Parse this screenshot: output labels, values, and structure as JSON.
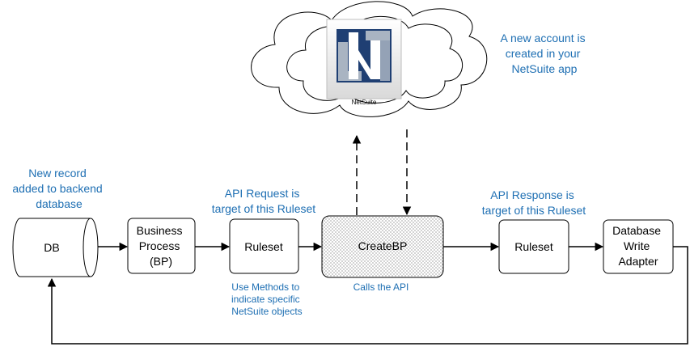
{
  "cloud": {
    "logo_caption": "NetSuite",
    "annotation": [
      "A new account is",
      "created in your",
      "NetSuite app"
    ]
  },
  "db": {
    "label": "DB",
    "annotation": [
      "New record",
      "added to backend",
      "database"
    ]
  },
  "business_process": {
    "label": [
      "Business",
      "Process",
      "(BP)"
    ]
  },
  "ruleset_request": {
    "label": "Ruleset",
    "annotation": [
      "API Request is",
      "target of this Ruleset"
    ],
    "note": [
      "Use Methods to",
      "indicate specific",
      "NetSuite objects"
    ]
  },
  "create_bp": {
    "label": "CreateBP",
    "note": "Calls the API"
  },
  "ruleset_response": {
    "label": "Ruleset",
    "annotation": [
      "API Response is",
      "target of this Ruleset"
    ]
  },
  "database_write_adapter": {
    "label": [
      "Database",
      "Write",
      "Adapter"
    ]
  },
  "colors": {
    "annotation": "#1e6fb3",
    "logo_blue": "#1f3f73",
    "logo_grey": "#a9b4c2"
  }
}
